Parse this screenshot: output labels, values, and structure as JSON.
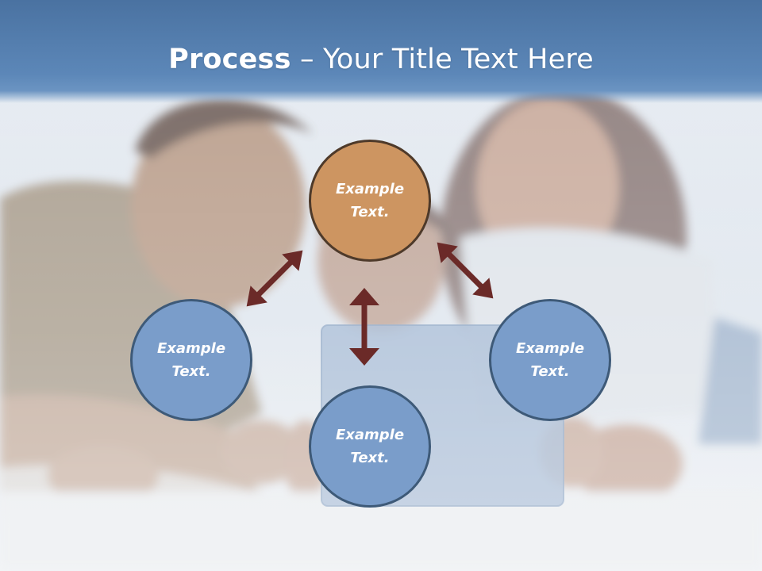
{
  "title": {
    "bold": "Process",
    "rest": " – Your Title Text Here"
  },
  "diagram": {
    "nodes": [
      {
        "id": "top",
        "label": "Example Text.",
        "color": "#cd9561"
      },
      {
        "id": "left",
        "label": "Example Text.",
        "color": "#7a9dca"
      },
      {
        "id": "right",
        "label": "Example Text.",
        "color": "#7a9dca"
      },
      {
        "id": "bottom",
        "label": "Example Text.",
        "color": "#7a9dca"
      }
    ],
    "arrow_color": "#6b2a28",
    "background": "faded family photo with laptop"
  }
}
